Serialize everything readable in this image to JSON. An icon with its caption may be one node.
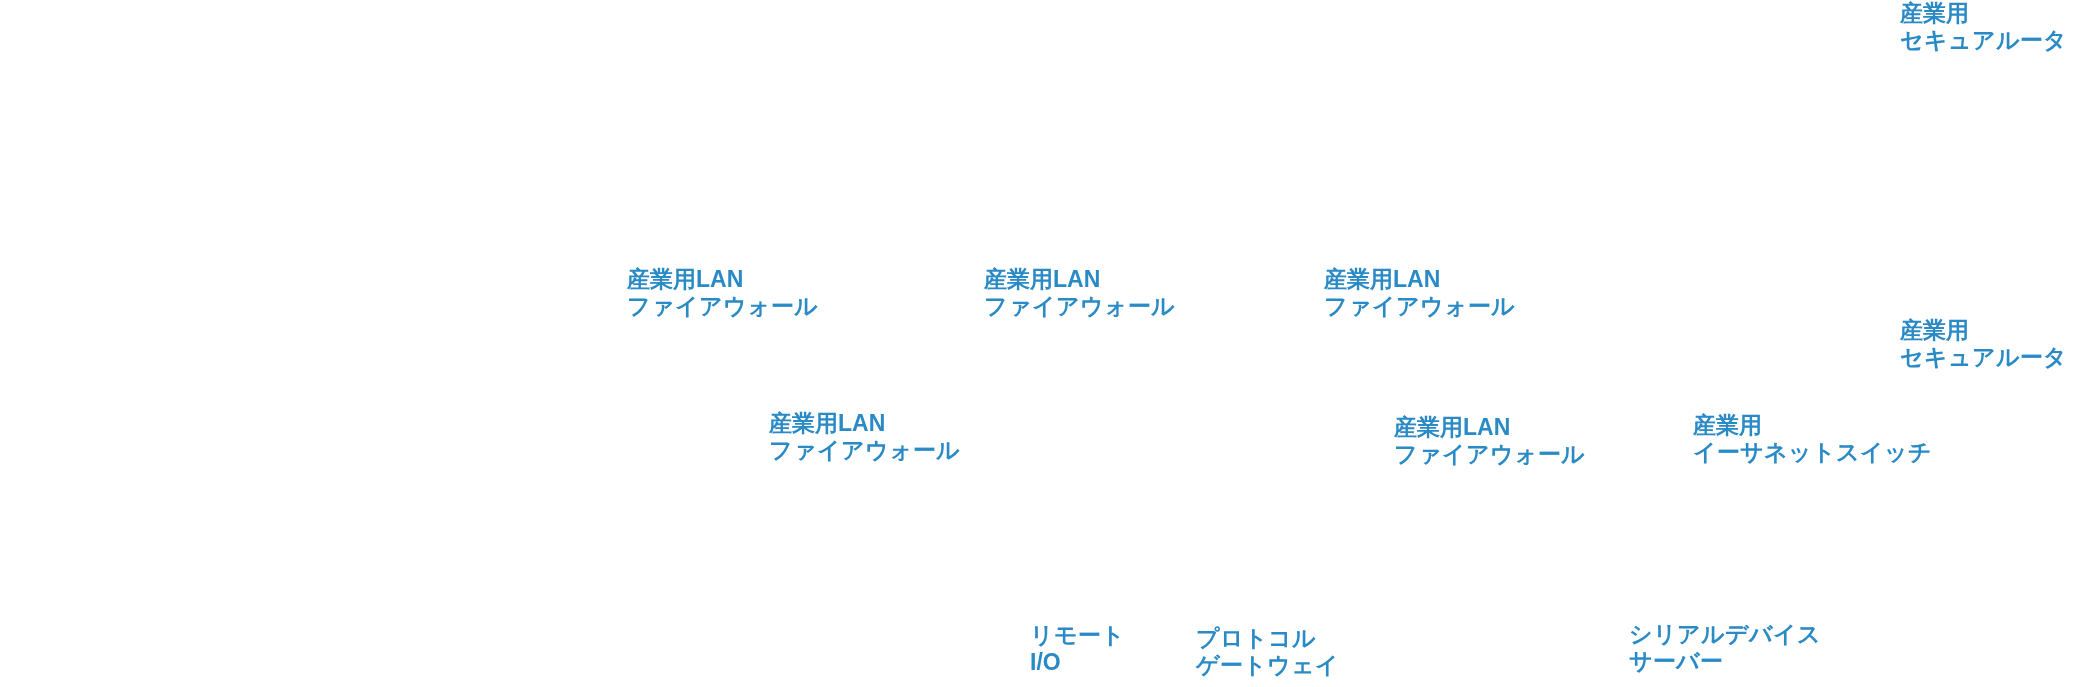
{
  "diagram": {
    "labels": [
      "産業用セキュアルータ",
      "産業用LANファイアウォール",
      "産業用LANファイアウォール",
      "産業用LANファイアウォール",
      "産業用セキュアルータ",
      "産業用LANファイアウォール",
      "産業用LANファイアウォール",
      "産業用イーサネットスイッチ",
      "リモートI/O",
      "プロトコルゲートウェイ",
      "シリアルデバイスサーバー"
    ]
  }
}
